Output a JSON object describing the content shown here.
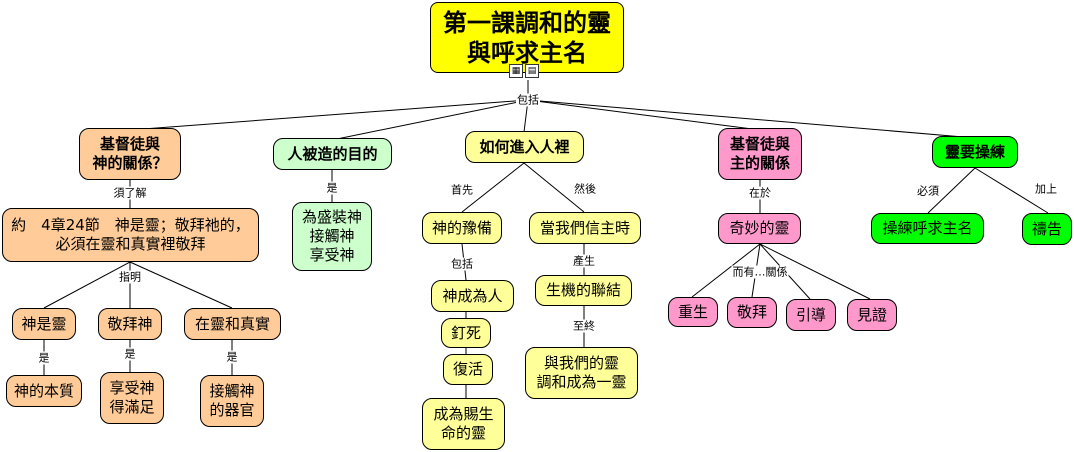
{
  "title": "第一課調和的靈\n與呼求主名",
  "icons": [
    "image-icon",
    "film-icon"
  ],
  "labels": {
    "includes": "包括",
    "need_understand": "須了解",
    "is1": "是",
    "first": "首先",
    "then": "然後",
    "lies_in": "在於",
    "must": "必須",
    "plus": "加上",
    "points_out": "指明",
    "is_a": "是",
    "is_b": "是",
    "is_c": "是",
    "includes2": "包括",
    "produce": "產生",
    "finally": "至終",
    "and_relation": "而有…關係"
  },
  "nodes": {
    "relation_god": "基督徒與\n神的關係？",
    "purpose": "人被造的目的",
    "enter": "如何進入人裡",
    "relation_lord": "基督徒與\n主的關係",
    "exercise": "靈要操練",
    "john": "約　4章24節　神是靈；敬拜祂的，\n必須在靈和真實裡敬拜",
    "contain": "為盛裝神\n接觸神\n享受神",
    "prepare": "神的豫備",
    "believe": "當我們信主時",
    "wonderful": "奇妙的靈",
    "practice_call": "操練呼求主名",
    "pray": "禱告",
    "god_spirit": "神是靈",
    "worship": "敬拜神",
    "in_spirit": "在靈和真實",
    "god_man": "神成為人",
    "organic": "生機的聯結",
    "crucified": "釘死",
    "resurrect": "復活",
    "one_spirit": "與我們的靈\n調和成為一靈",
    "life_spirit": "成為賜生\n命的靈",
    "nature": "神的本質",
    "enjoy": "享受神\n得滿足",
    "organ": "接觸神\n的器官",
    "regen": "重生",
    "worship2": "敬拜",
    "guide": "引導",
    "witness": "見證"
  },
  "colors": {
    "title": "#ffff00",
    "orange": "#ffcc99",
    "green": "#ccffcc",
    "yellow": "#ffff99",
    "pink": "#ff99cc",
    "lime": "#00ff00"
  }
}
